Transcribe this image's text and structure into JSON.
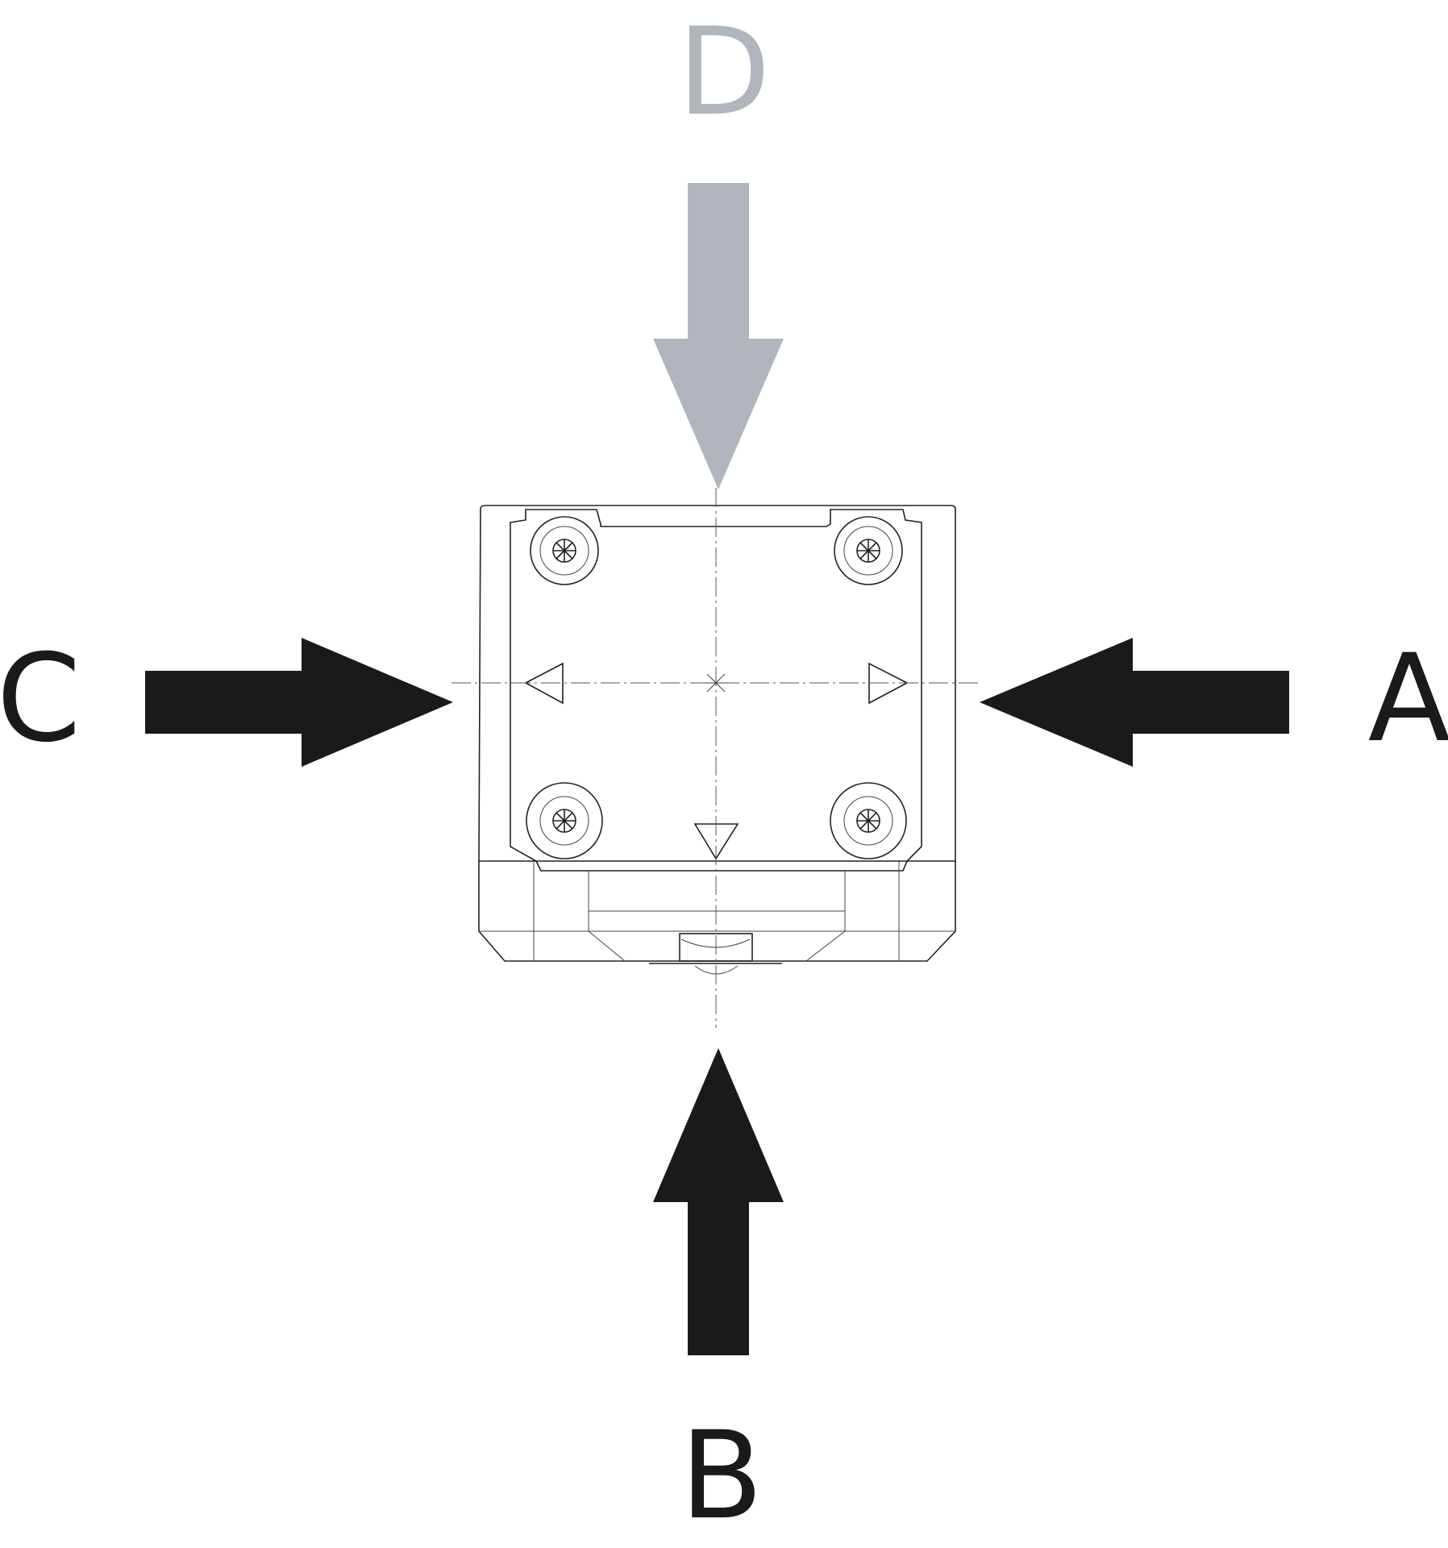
{
  "labels": {
    "a": "A",
    "b": "B",
    "c": "C",
    "d": "D"
  },
  "colors": {
    "primary_arrow": "#1a1a1a",
    "highlight_arrow": "#b1b6bd"
  }
}
